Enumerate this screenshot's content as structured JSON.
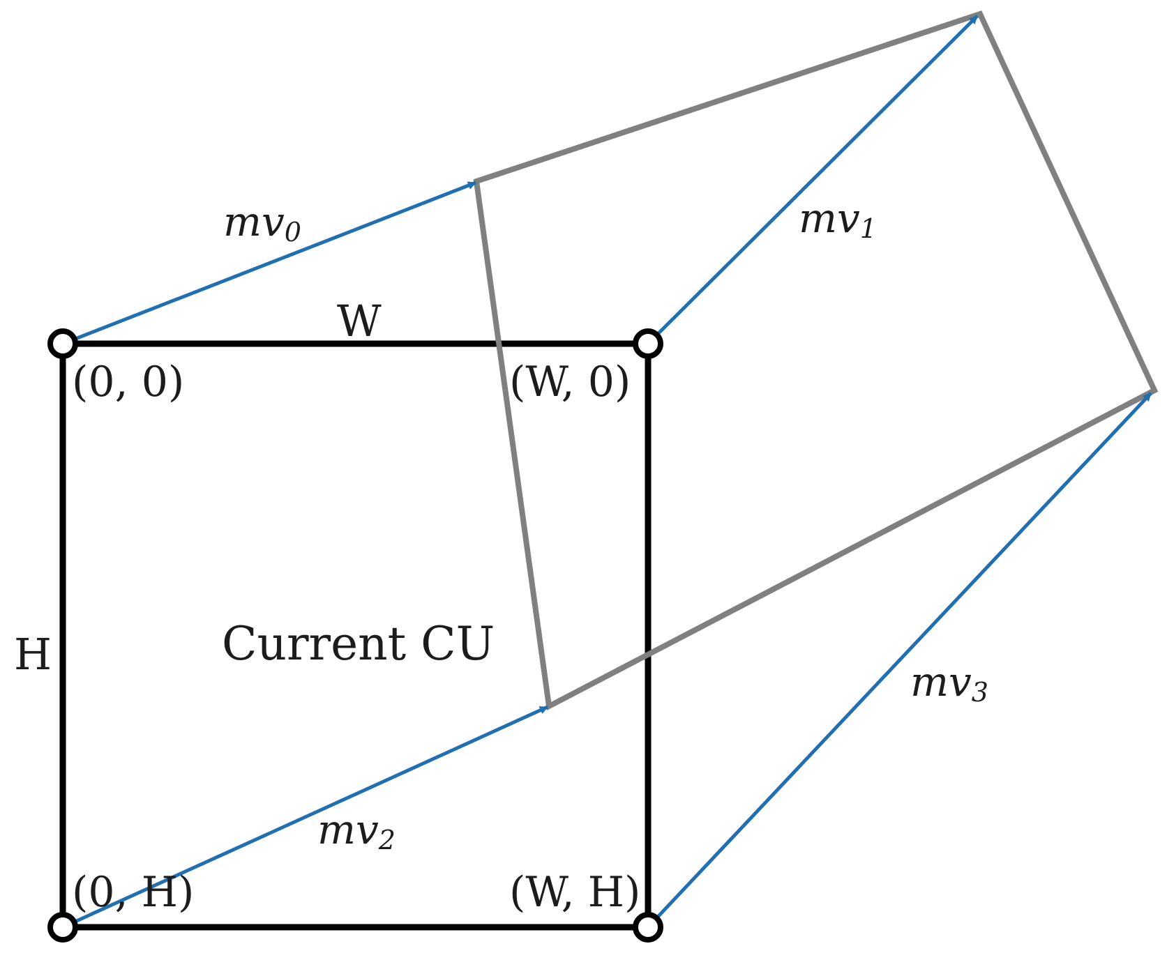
{
  "diagram": {
    "colors": {
      "block_outline": "#000000",
      "warped_outline": "#808080",
      "motion_vector": "#1f6fb2",
      "text": "#1c1c1c"
    },
    "block": {
      "title": "Current CU",
      "width_label": "W",
      "height_label": "H"
    },
    "corners": [
      {
        "label": "(0, 0)"
      },
      {
        "label": "(W, 0)"
      },
      {
        "label": "(0, H)"
      },
      {
        "label": "(W, H)"
      }
    ],
    "motion_vectors": [
      {
        "base": "mv",
        "sub": "0"
      },
      {
        "base": "mv",
        "sub": "1"
      },
      {
        "base": "mv",
        "sub": "2"
      },
      {
        "base": "mv",
        "sub": "3"
      }
    ]
  }
}
